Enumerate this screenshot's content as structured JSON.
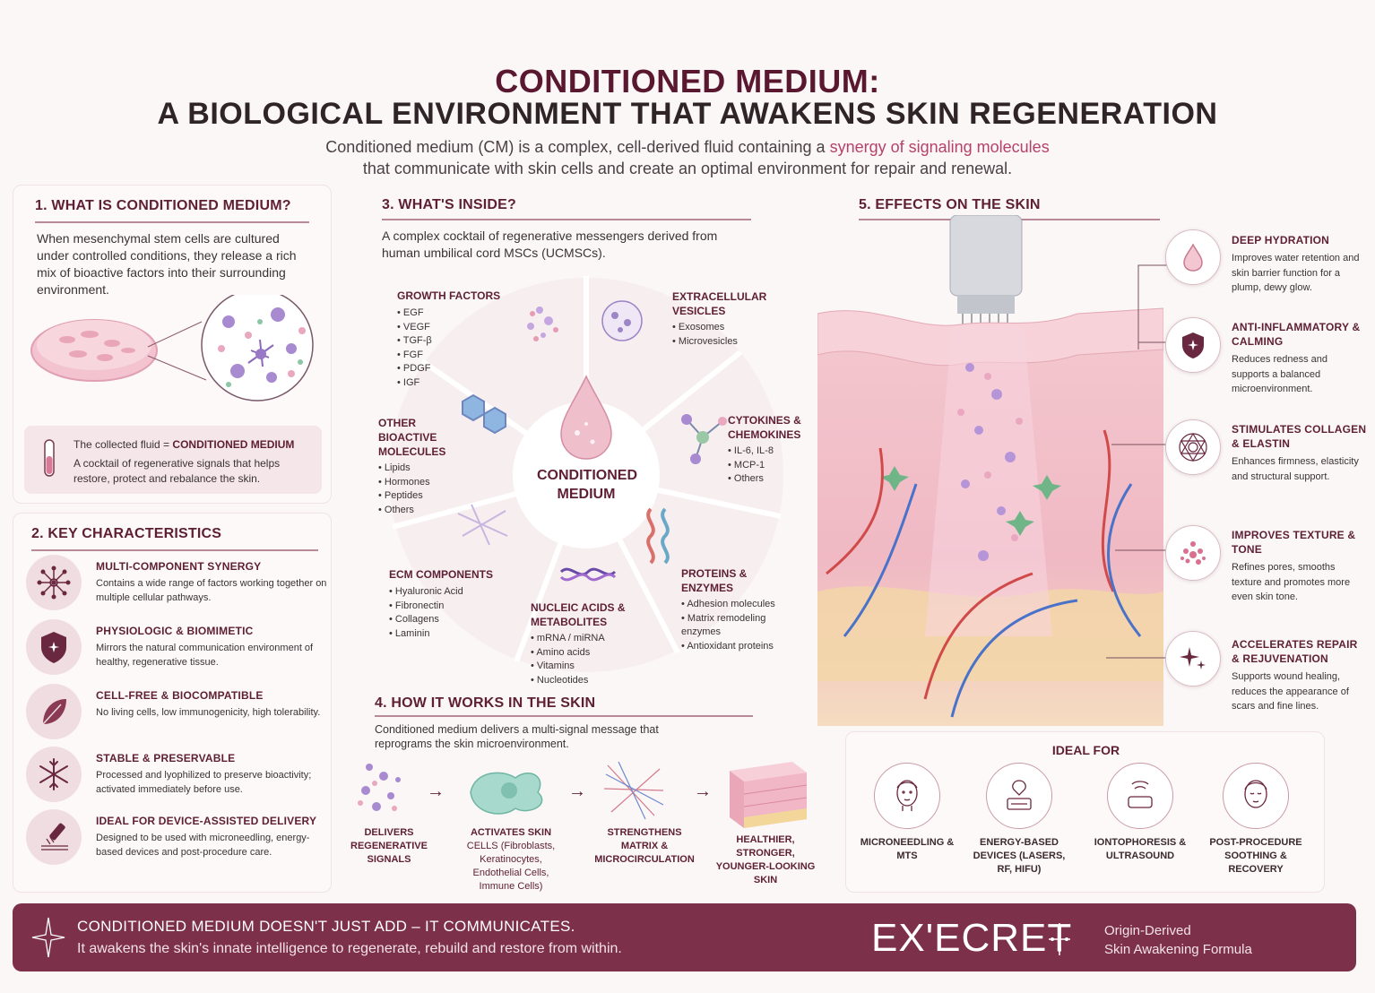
{
  "header": {
    "title_line1": "CONDITIONED MEDIUM:",
    "title_line2": "A BIOLOGICAL ENVIRONMENT THAT AWAKENS SKIN REGENERATION",
    "subtitle_pre": "Conditioned medium (CM) is a complex, cell-derived fluid containing a ",
    "subtitle_highlight": "synergy of signaling molecules",
    "subtitle_line2": "that communicate with skin cells and create an optimal environment for repair and renewal."
  },
  "section1": {
    "title": "1. WHAT IS CONDITIONED MEDIUM?",
    "body": "When mesenchymal stem cells are cultured under controlled conditions, they release a rich mix of bioactive factors into their surrounding environment.",
    "callout_prefix": "The collected fluid = ",
    "callout_bold": "CONDITIONED MEDIUM",
    "callout_desc": "A cocktail of regenerative signals that helps restore, protect and rebalance the skin."
  },
  "section2": {
    "title": "2. KEY CHARACTERISTICS",
    "items": [
      {
        "title": "MULTI-COMPONENT SYNERGY",
        "desc": "Contains a wide range of factors working together on multiple cellular pathways.",
        "icon": "network-icon"
      },
      {
        "title": "PHYSIOLOGIC & BIOMIMETIC",
        "desc": "Mirrors the natural communication environment of healthy, regenerative tissue.",
        "icon": "shield-icon"
      },
      {
        "title": "CELL-FREE & BIOCOMPATIBLE",
        "desc": "No living cells, low immunogenicity, high tolerability.",
        "icon": "leaf-icon"
      },
      {
        "title": "STABLE & PRESERVABLE",
        "desc": "Processed and lyophilized to preserve bioactivity; activated immediately before use.",
        "icon": "snowflake-icon"
      },
      {
        "title": "IDEAL FOR DEVICE-ASSISTED DELIVERY",
        "desc": "Designed to be used with microneedling, energy-based devices and post-procedure care.",
        "icon": "needle-device-icon"
      }
    ]
  },
  "section3": {
    "title": "3. WHAT'S INSIDE?",
    "intro": "A complex cocktail of regenerative messengers derived from human umbilical cord MSCs (UCMSCs).",
    "center_label_1": "CONDITIONED",
    "center_label_2": "MEDIUM",
    "groups": [
      {
        "title": "GROWTH FACTORS",
        "items": [
          "EGF",
          "VEGF",
          "TGF-β",
          "FGF",
          "PDGF",
          "IGF"
        ]
      },
      {
        "title": "EXTRACELLULAR VESICLES",
        "items": [
          "Exosomes",
          "Microvesicles"
        ]
      },
      {
        "title": "CYTOKINES & CHEMOKINES",
        "items": [
          "IL-6, IL-8",
          "MCP-1",
          "Others"
        ]
      },
      {
        "title": "PROTEINS & ENZYMES",
        "items": [
          "Adhesion molecules",
          "Matrix remodeling enzymes",
          "Antioxidant proteins"
        ]
      },
      {
        "title": "NUCLEIC ACIDS & METABOLITES",
        "items": [
          "mRNA / miRNA",
          "Amino acids",
          "Vitamins",
          "Nucleotides"
        ]
      },
      {
        "title": "ECM COMPONENTS",
        "items": [
          "Hyaluronic Acid",
          "Fibronectin",
          "Collagens",
          "Laminin"
        ]
      },
      {
        "title": "OTHER BIOACTIVE MOLECULES",
        "items": [
          "Lipids",
          "Hormones",
          "Peptides",
          "Others"
        ]
      }
    ]
  },
  "section4": {
    "title": "4. HOW IT WORKS IN THE SKIN",
    "intro": "Conditioned medium delivers a multi-signal message that reprograms the skin microenvironment.",
    "steps": [
      {
        "title": "DELIVERS REGENERATIVE SIGNALS",
        "sub": ""
      },
      {
        "title": "ACTIVATES SKIN",
        "sub": "CELLS (Fibroblasts, Keratinocytes, Endothelial Cells, Immune Cells)"
      },
      {
        "title": "STRENGTHENS MATRIX & MICROCIRCULATION",
        "sub": ""
      },
      {
        "title": "HEALTHIER, STRONGER, YOUNGER-LOOKING SKIN",
        "sub": ""
      }
    ],
    "arrow": "→"
  },
  "section5": {
    "title": "5. EFFECTS ON THE SKIN",
    "effects": [
      {
        "title": "DEEP HYDRATION",
        "desc": "Improves water retention and skin barrier function for a plump, dewy glow.",
        "icon": "droplet-icon"
      },
      {
        "title": "ANTI-INFLAMMATORY & CALMING",
        "desc": "Reduces redness and supports a balanced microenvironment.",
        "icon": "shield-icon"
      },
      {
        "title": "STIMULATES COLLAGEN & ELASTIN",
        "desc": "Enhances firmness, elasticity and structural support.",
        "icon": "collagen-mesh-icon"
      },
      {
        "title": "IMPROVES TEXTURE & TONE",
        "desc": "Refines pores, smooths texture and promotes more even skin tone.",
        "icon": "dots-icon"
      },
      {
        "title": "ACCELERATES REPAIR & REJUVENATION",
        "desc": "Supports wound healing, reduces the appearance of scars and fine lines.",
        "icon": "sparkle-icon"
      }
    ]
  },
  "ideal_for": {
    "title": "IDEAL FOR",
    "items": [
      {
        "label": "MICRONEEDLING & MTS",
        "icon": "face-icon"
      },
      {
        "label": "ENERGY-BASED DEVICES (LASERS, RF, HIFU)",
        "icon": "device-icon"
      },
      {
        "label": "IONTOPHORESIS & ULTRASOUND",
        "icon": "ultrasound-icon"
      },
      {
        "label": "POST-PROCEDURE SOOTHING & RECOVERY",
        "icon": "face-calm-icon"
      }
    ]
  },
  "footer": {
    "line1": "CONDITIONED MEDIUM DOESN'T JUST ADD – IT COMMUNICATES.",
    "line2": "It awakens the skin's innate intelligence to regenerate, rebuild and restore from within.",
    "brand": "EX'ECRET",
    "tagline1": "Origin-Derived",
    "tagline2": "Skin Awakening Formula"
  },
  "colors": {
    "maroon": "#5e1f35",
    "accent_pink": "#b5426b",
    "footer_bg": "#7c3049",
    "panel_bg": "#fdf9f9"
  }
}
